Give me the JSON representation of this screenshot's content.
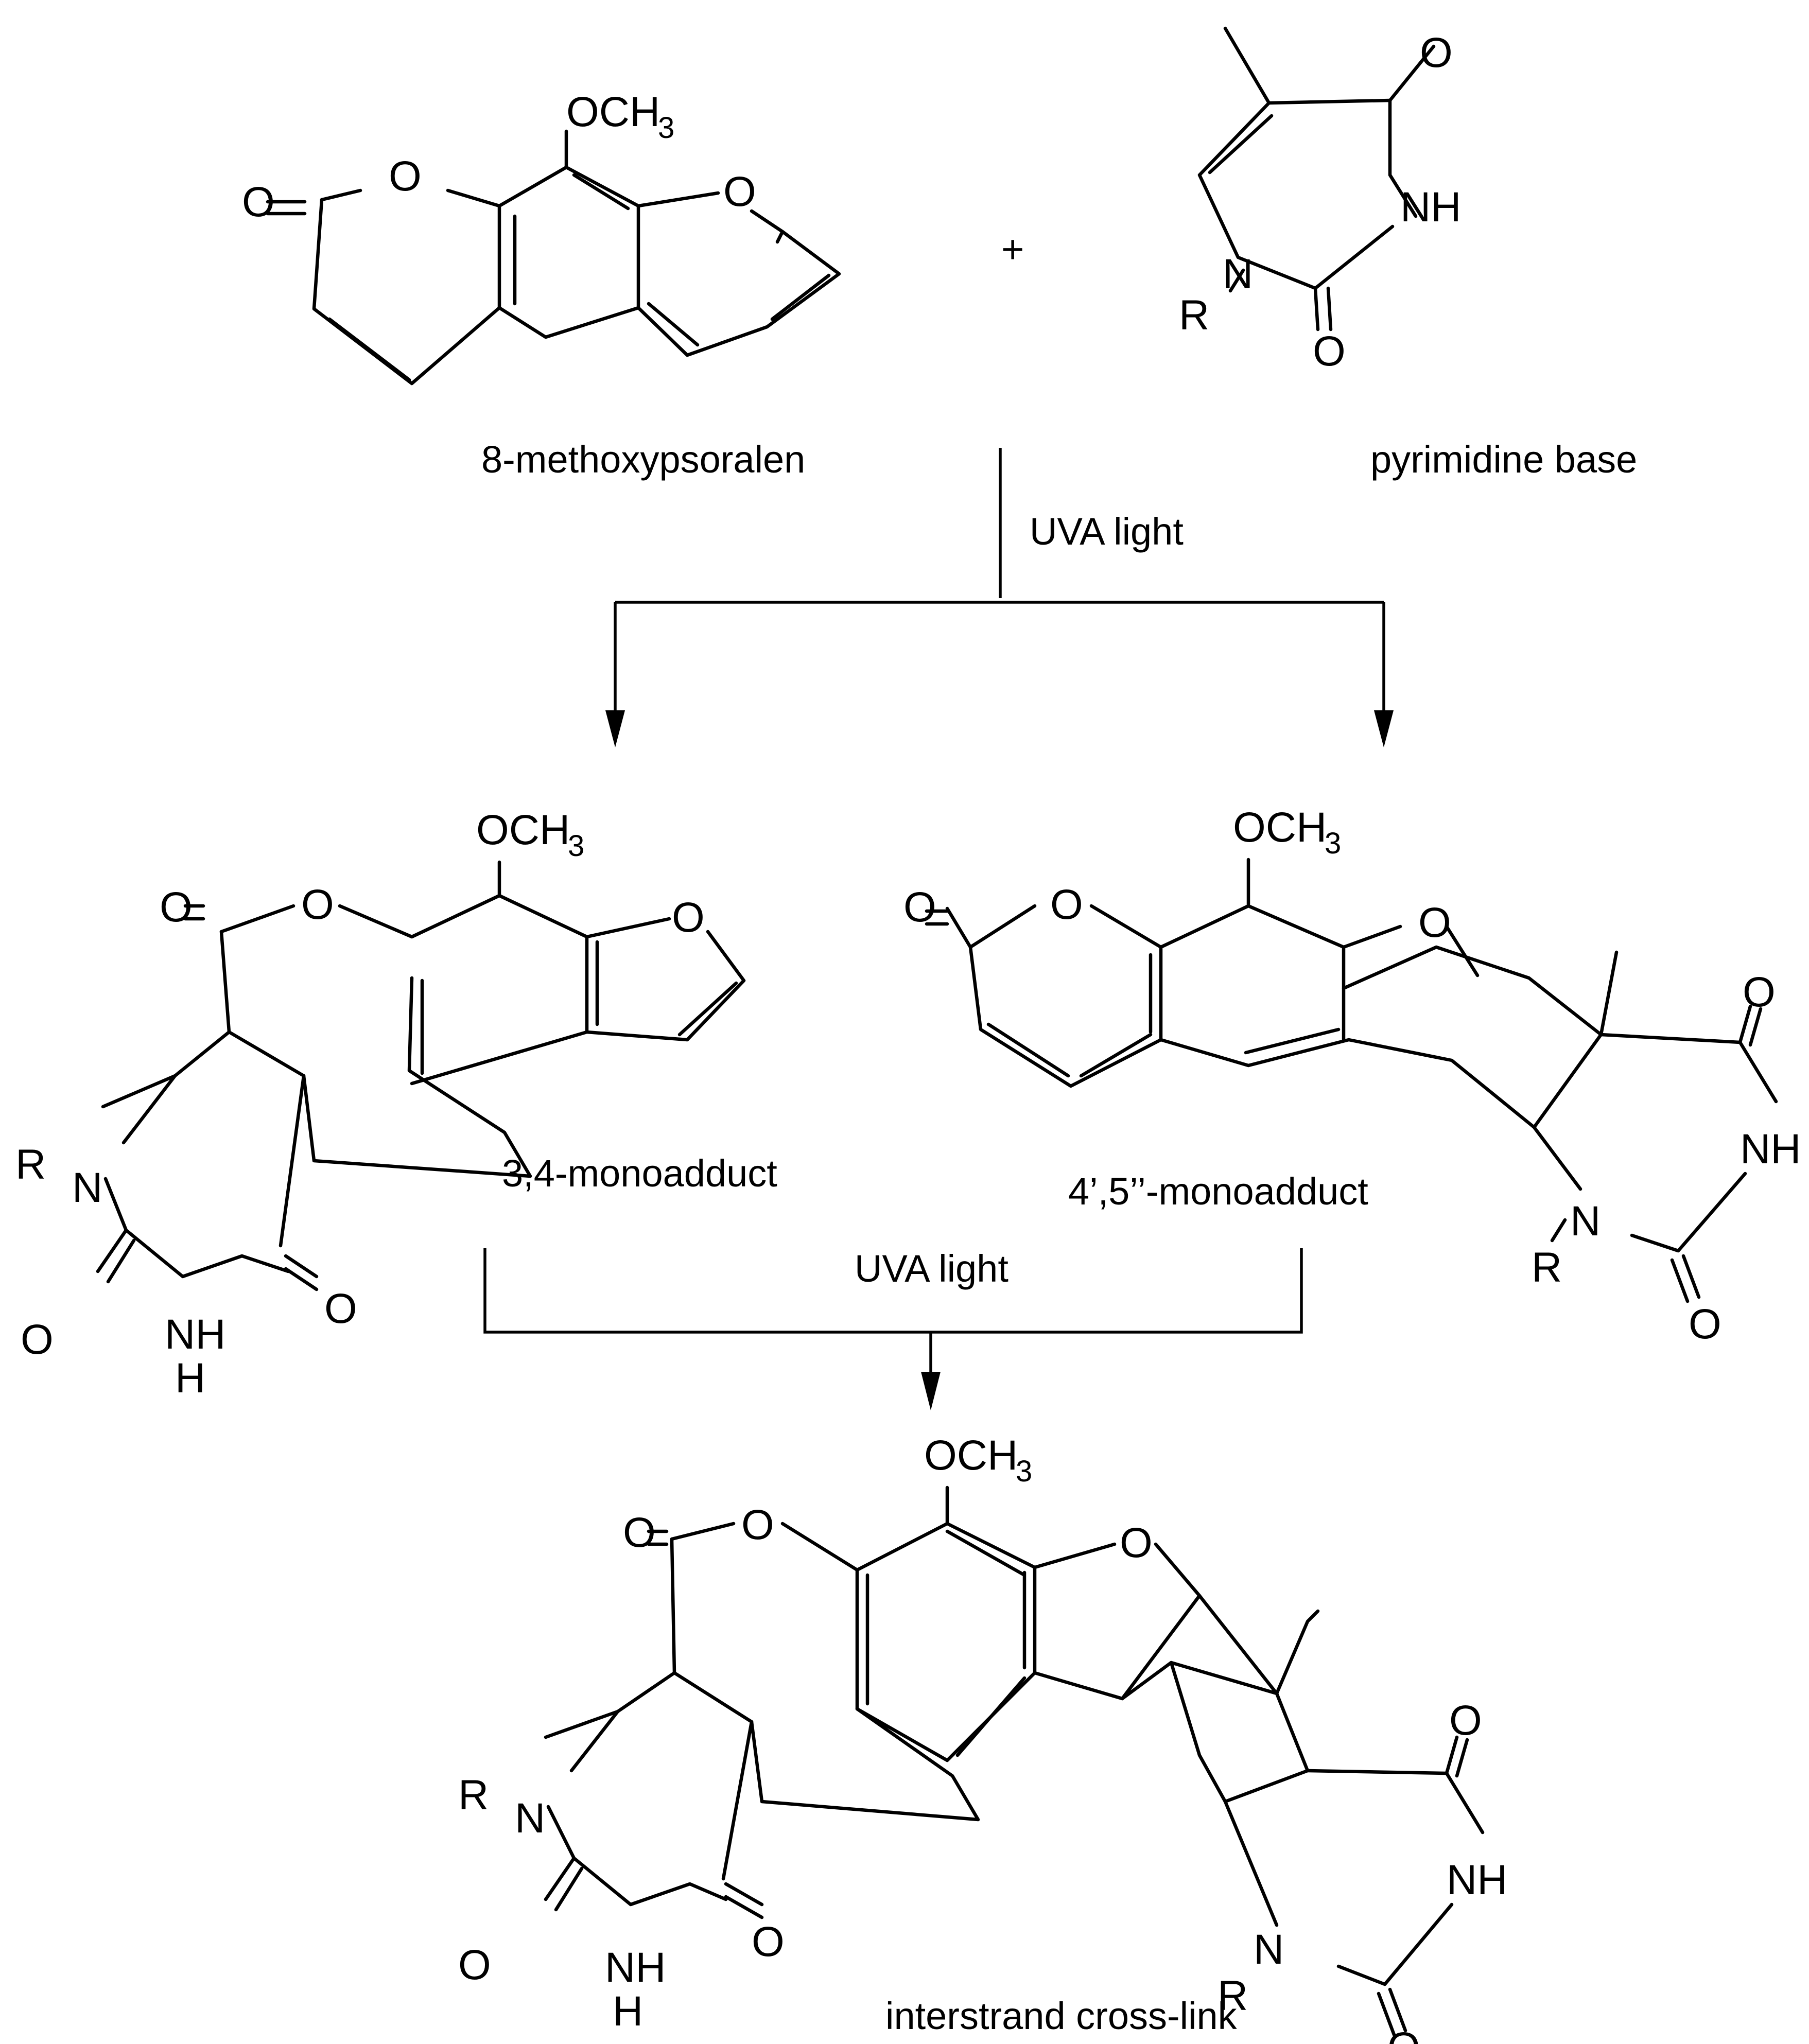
{
  "reactants": {
    "psoralen": {
      "name": "8-methoxypsoralen",
      "substituent": "OCH",
      "substituent_sub": "3"
    },
    "plus": "+",
    "pyrimidine": {
      "name": "pyrimidine base"
    }
  },
  "step1": {
    "condition": "UVA light"
  },
  "products": {
    "mono34": {
      "name": "3,4-monoadduct",
      "substituent": "OCH",
      "substituent_sub": "3"
    },
    "mono45": {
      "name": "4’,5’’-monoadduct",
      "substituent": "OCH",
      "substituent_sub": "3"
    }
  },
  "step2": {
    "condition": "UVA light"
  },
  "crosslink": {
    "name": "interstrand cross-link",
    "substituent": "OCH",
    "substituent_sub": "3"
  },
  "atoms": {
    "O": "O",
    "N": "N",
    "NH": "NH",
    "H": "H",
    "R": "R"
  },
  "colors": {
    "ink": "#000000",
    "background": "#ffffff"
  }
}
